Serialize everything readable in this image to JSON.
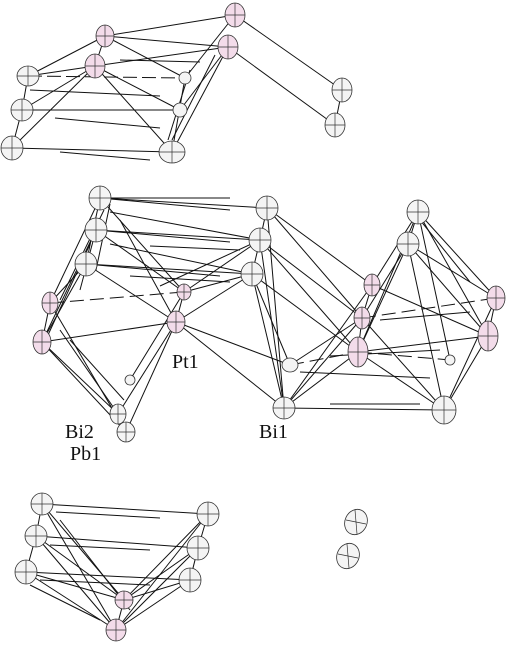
{
  "labels": {
    "pt1": "Pt1",
    "bi1": "Bi1",
    "bi2": "Bi2",
    "pb1": "Pb1"
  },
  "colors": {
    "bond": "#111111",
    "atom_grey": "#f4f4f4",
    "atom_pink": "#f3dcea",
    "outline": "#333333"
  }
}
